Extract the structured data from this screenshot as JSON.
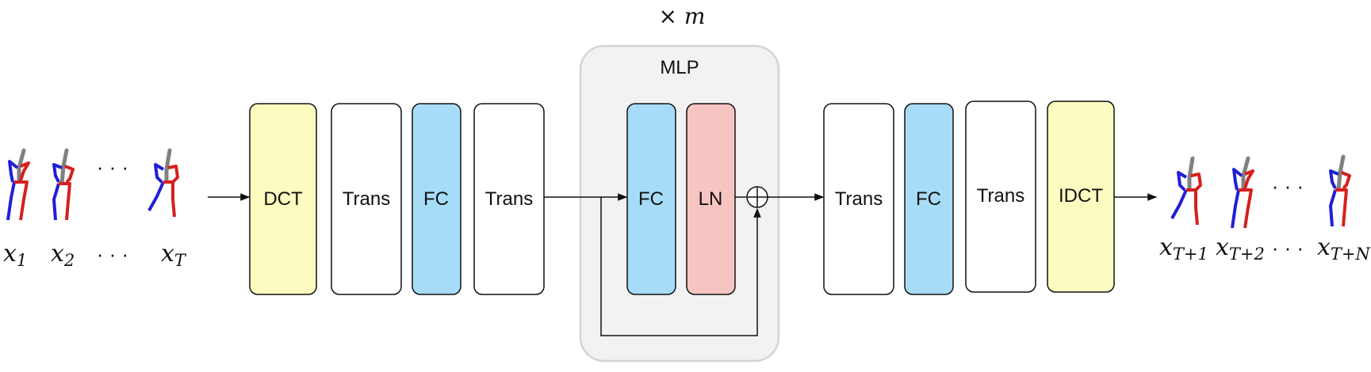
{
  "repeat_label": "× m",
  "mlp": {
    "title": "MLP",
    "blocks": [
      {
        "label": "FC",
        "color": "#a6dcf7"
      },
      {
        "label": "LN",
        "color": "#f6c5c2"
      }
    ]
  },
  "encoder_blocks": [
    {
      "label": "DCT",
      "color": "#fcfcc0"
    },
    {
      "label": "Trans",
      "color": "#ffffff"
    },
    {
      "label": "FC",
      "color": "#a6dcf7"
    },
    {
      "label": "Trans",
      "color": "#ffffff"
    }
  ],
  "decoder_blocks": [
    {
      "label": "Trans",
      "color": "#ffffff"
    },
    {
      "label": "FC",
      "color": "#a6dcf7"
    },
    {
      "label": "Trans",
      "color": "#ffffff"
    },
    {
      "label": "IDCT",
      "color": "#fcfcc0"
    }
  ],
  "inputs": {
    "labels": [
      {
        "base": "x",
        "sub": "1"
      },
      {
        "base": "x",
        "sub": "2"
      },
      {
        "base": "x",
        "sub": "T"
      }
    ],
    "ellipsis": "· · ·"
  },
  "outputs": {
    "labels": [
      {
        "base": "x",
        "sub": "T+1"
      },
      {
        "base": "x",
        "sub": "T+2"
      },
      {
        "base": "x",
        "sub": "T+N"
      }
    ],
    "ellipsis": "· · ·"
  },
  "colors": {
    "limb_left": "#1f1fd6",
    "limb_right": "#d61f1f",
    "spine": "#808080",
    "mlp_bg": "#f2f2f2",
    "mlp_border": "#d4d4d4"
  }
}
